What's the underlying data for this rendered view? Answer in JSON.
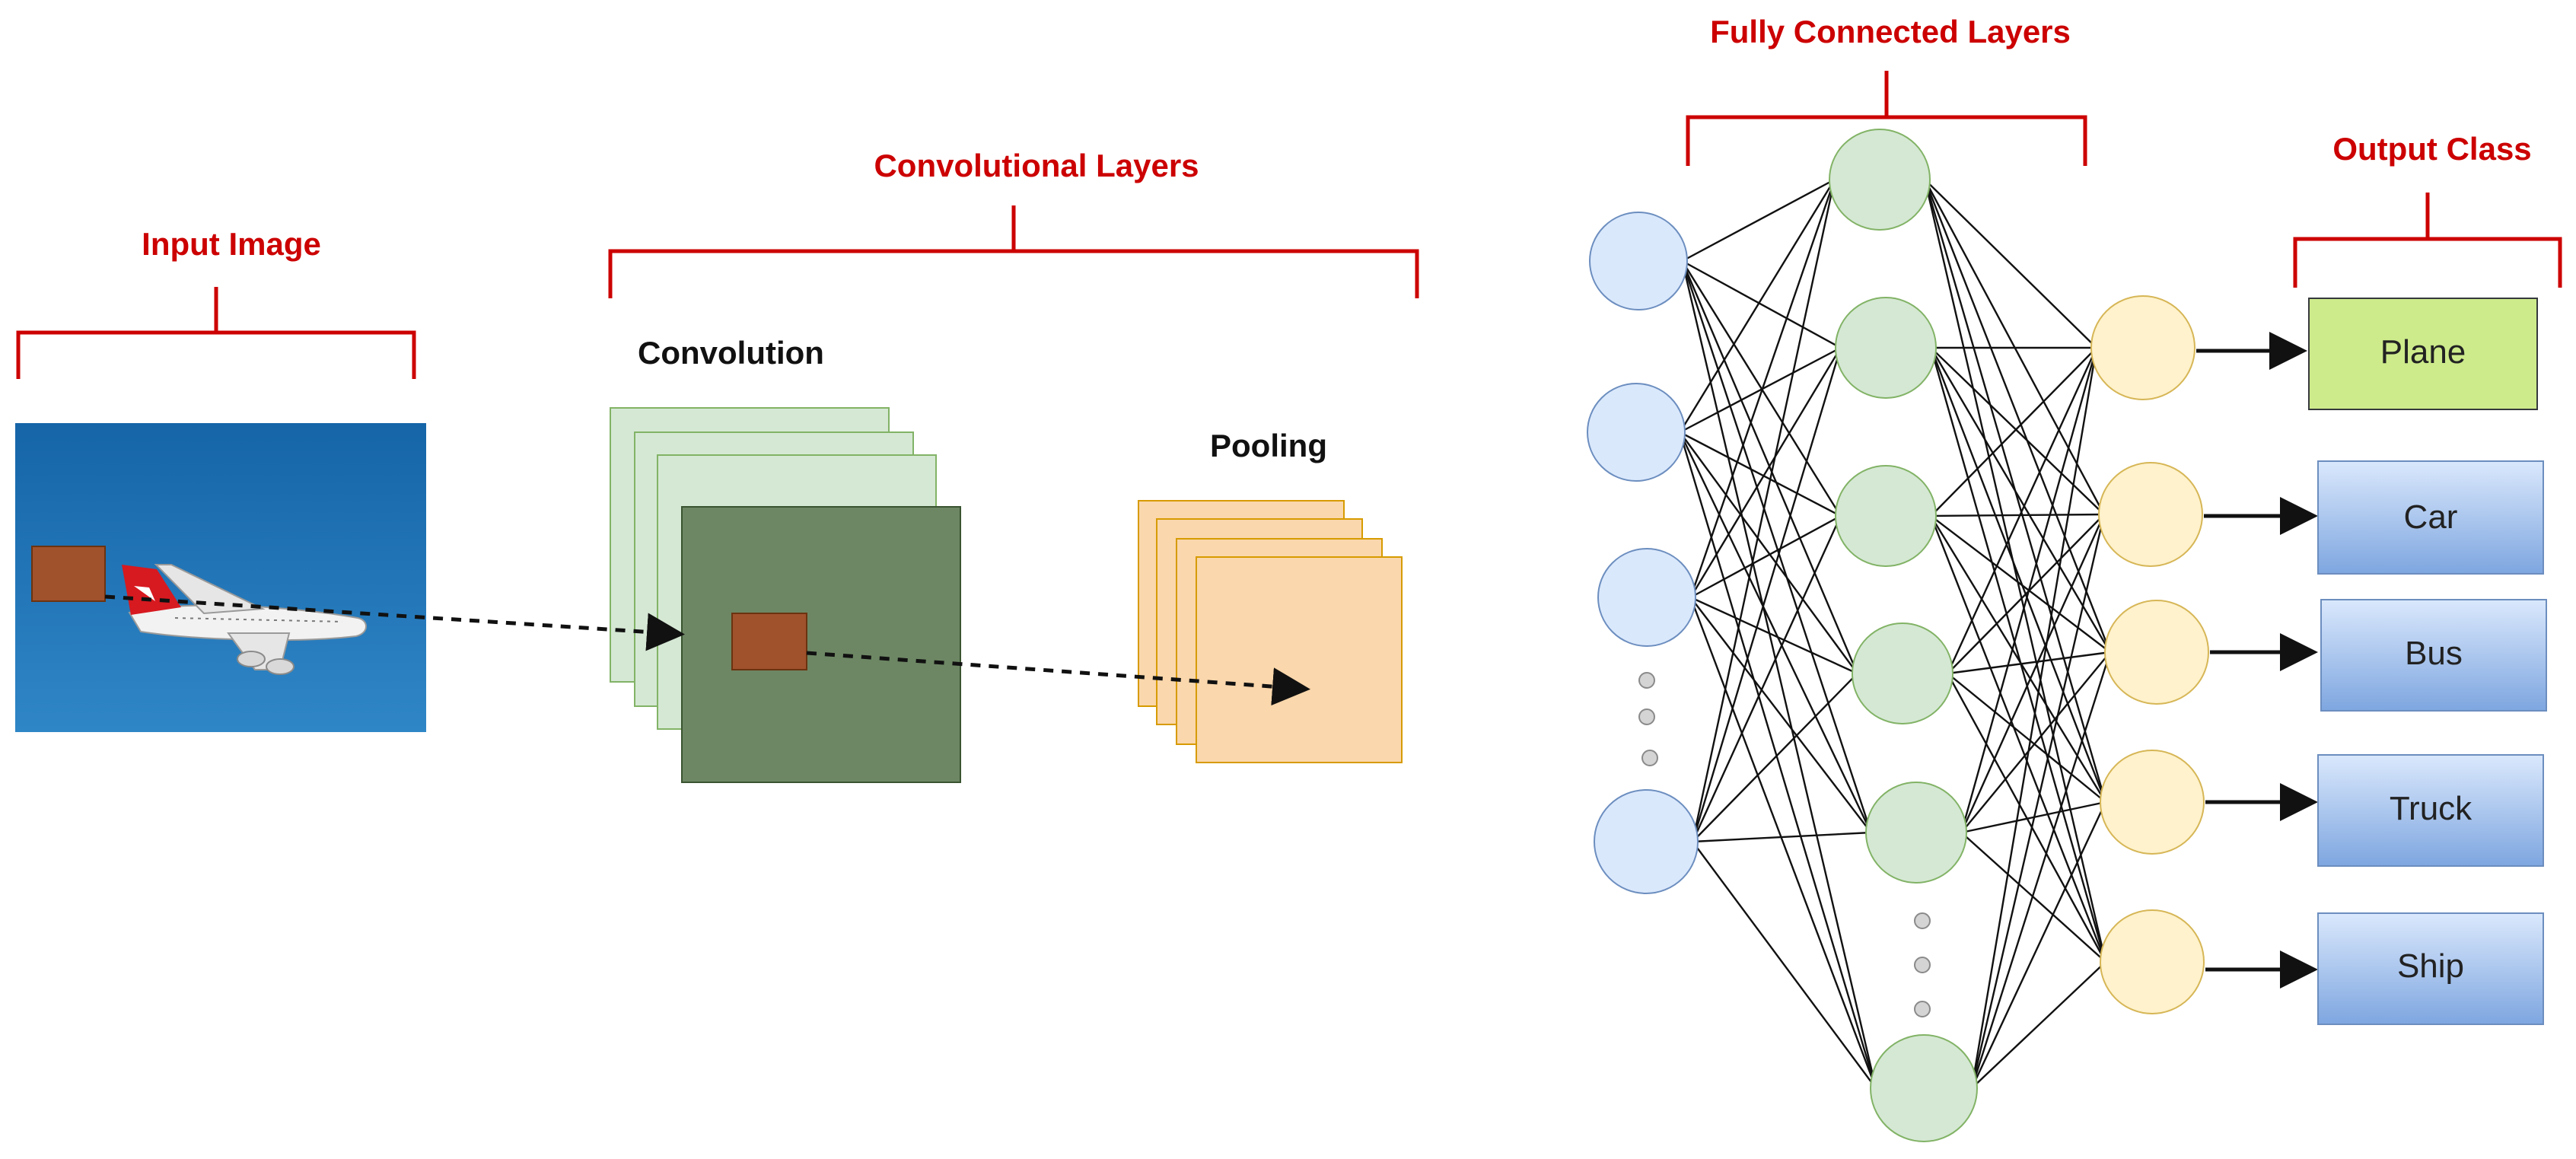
{
  "sections": {
    "input": "Input Image",
    "conv": "Convolutional Layers",
    "fc": "Fully Connected Layers",
    "output": "Output Class"
  },
  "labels": {
    "convolution": "Convolution",
    "pooling": "Pooling"
  },
  "output_classes": [
    "Plane",
    "Car",
    "Bus",
    "Truck",
    "Ship"
  ],
  "colors": {
    "title_red": "#cc0000",
    "input_node": "#dae8fc",
    "hidden_node": "#d5e8d4",
    "output_node": "#fff2cc",
    "conv_dark": "#6d8764",
    "conv_light": "#d5e8d4",
    "pool": "#fad7ac",
    "patch": "#a0522d",
    "plane_box": "#cdeb8b",
    "class_box": "#a9c4eb"
  }
}
